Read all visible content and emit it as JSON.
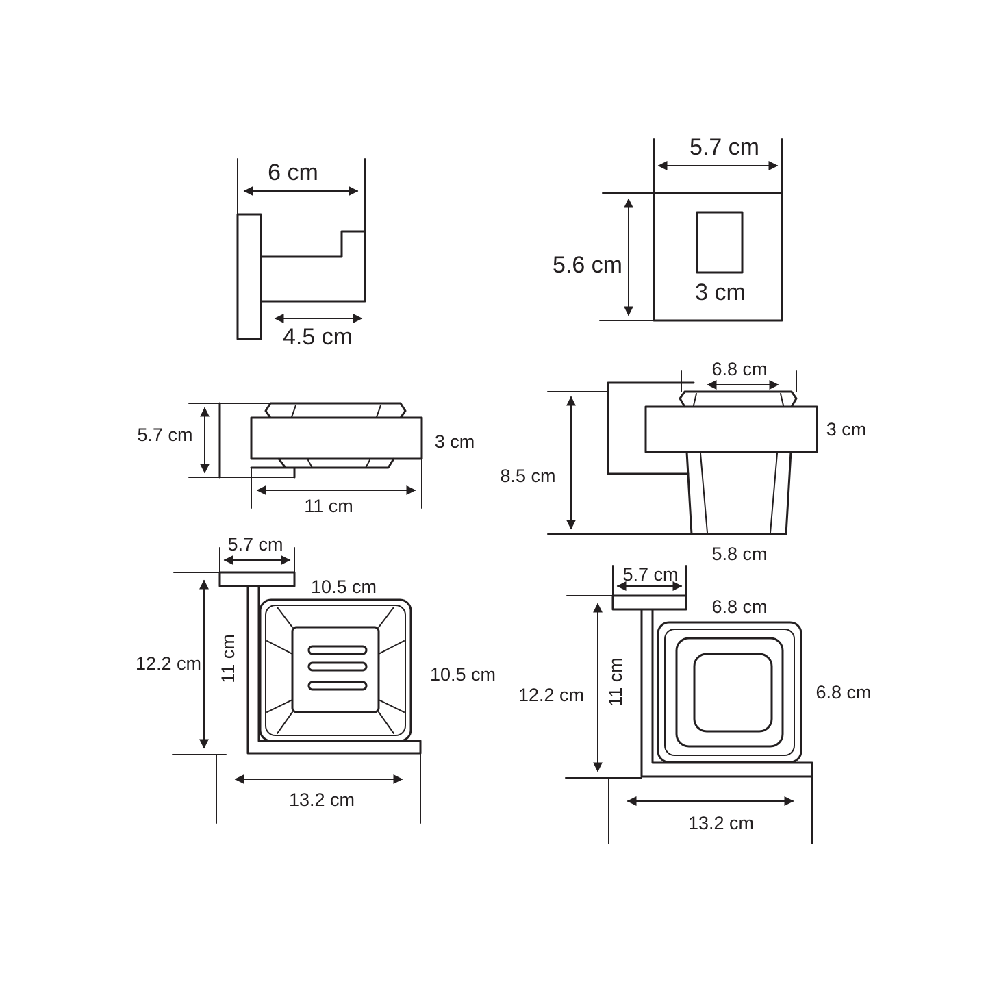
{
  "colors": {
    "line": "#231f20",
    "background": "#ffffff"
  },
  "hook": {
    "width_label": "6 cm",
    "depth_label": "4.5 cm"
  },
  "plate": {
    "width_label": "5.7 cm",
    "height_label": "5.6 cm",
    "inner_label": "3 cm"
  },
  "soap_side": {
    "height_label": "5.7 cm",
    "thickness_label": "3 cm",
    "length_label": "11 cm"
  },
  "tumbler_side": {
    "top_label": "6.8 cm",
    "thickness_label": "3 cm",
    "height_label": "8.5 cm",
    "bottom_label": "5.8 cm"
  },
  "soap_top": {
    "plate_label": "5.7 cm",
    "dish_width_label": "10.5 cm",
    "total_label": "12.2 cm",
    "arm_label": "11 cm",
    "dish_depth_label": "10.5 cm",
    "reach_label": "13.2 cm"
  },
  "tumbler_top": {
    "plate_label": "5.7 cm",
    "holder_width_label": "6.8 cm",
    "total_label": "12.2 cm",
    "arm_label": "11 cm",
    "holder_depth_label": "6.8 cm",
    "reach_label": "13.2 cm"
  }
}
